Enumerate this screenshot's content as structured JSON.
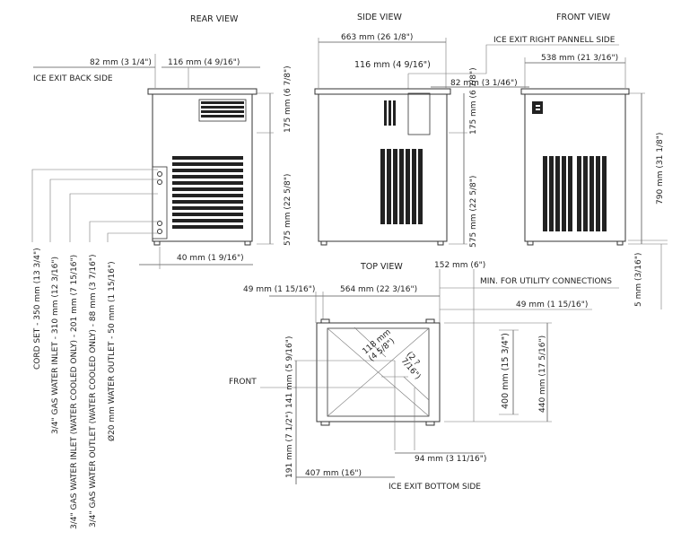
{
  "views": {
    "rear": "REAR VIEW",
    "side": "SIDE VIEW",
    "front": "FRONT VIEW",
    "top": "TOP VIEW"
  },
  "labels": {
    "ice_exit_back": "ICE EXIT BACK SIDE",
    "ice_exit_right": "ICE EXIT RIGHT PANNELL SIDE",
    "ice_exit_bottom": "ICE EXIT BOTTOM SIDE",
    "min_utility": "MIN. FOR UTILITY CONNECTIONS",
    "front": "FRONT"
  },
  "dims": {
    "d82_rear": "82 mm (3 1/4\")",
    "d116_rear": "116 mm (4 9/16\")",
    "d175_rear": "175 mm (6 7/8\")",
    "d575_rear": "575 mm (22 5/8\")",
    "d40": "40 mm (1 9/16\")",
    "d663": "663 mm (26 1/8\")",
    "d116_side": "116 mm (4 9/16\")",
    "d82_side": "82 mm (3 1/46\")",
    "d175_side": "175 mm (6 7/8\")",
    "d575_side": "575 mm (22 5/8\")",
    "d538": "538 mm (21 3/16\")",
    "d790": "790 mm (31 1/8\")",
    "d5": "5 mm (3/16\")",
    "d152": "152 mm (6\")",
    "d49_left": "49 mm (1 15/16\")",
    "d564": "564 mm (22 3/16\")",
    "d49_right": "49 mm (1 15/16\")",
    "d118_a": "118 mm",
    "d118_b": "(4 5/8\")",
    "d7_a": "(2 ?",
    "d7_b": "7/16\")",
    "d141": "141 mm (5 9/16\")",
    "d400": "400 mm (15 3/4\")",
    "d440": "440 mm (17 5/16\")",
    "d191": "191 mm (7 1/2\")",
    "d94": "94 mm (3 11/16\")",
    "d407": "407 mm (16\")"
  },
  "connections": [
    "CORD SET - 350 mm (13 3/4\")",
    "3/4\" GAS WATER INLET - 310 mm (12 3/16\")",
    "3/4\" GAS WATER INLET (WATER COOLED ONLY) - 201 mm (7 15/16\")",
    "3/4\" GAS WATER OUTLET (WATER COOLED ONLY) - 88 mm (3 7/16\")",
    "Ø20 mm WATER OUTLET - 50 mm (1 15/16\")"
  ]
}
